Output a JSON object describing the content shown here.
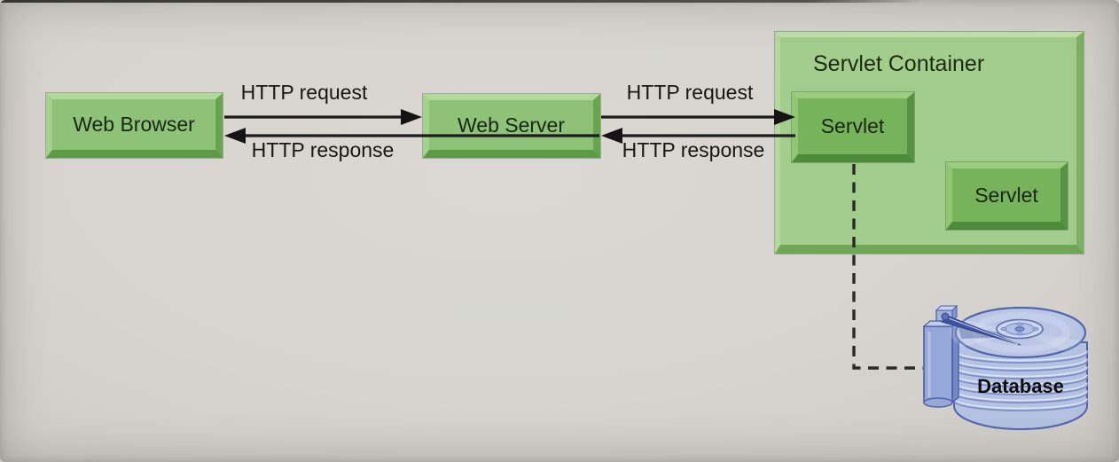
{
  "nodes": {
    "web_browser": {
      "label": "Web Browser"
    },
    "web_server": {
      "label": "Web Server"
    },
    "servlet_container": {
      "label": "Servlet Container"
    },
    "servlet_a": {
      "label": "Servlet"
    },
    "servlet_b": {
      "label": "Servlet"
    },
    "database": {
      "label": "Database"
    }
  },
  "links": {
    "browser_server": {
      "request_label": "HTTP request",
      "response_label": "HTTP response"
    },
    "server_container": {
      "request_label": "HTTP request",
      "response_label": "HTTP response"
    },
    "servlet_database": {
      "style": "dashed"
    }
  },
  "icons": {
    "database": "disk-stack-icon"
  },
  "colors": {
    "background": "#d7d4cf",
    "node_fill": "#8dc278",
    "node_bevel_light": "#b1d99b",
    "node_bevel_dark": "#5c9a47",
    "container_fill": "#a3cd8c",
    "servlet_fill": "#76b35a",
    "text": "#18260f",
    "arrow": "#1c1c1c",
    "database_fill": "#b6c2e2",
    "database_outline": "#5166ae"
  }
}
